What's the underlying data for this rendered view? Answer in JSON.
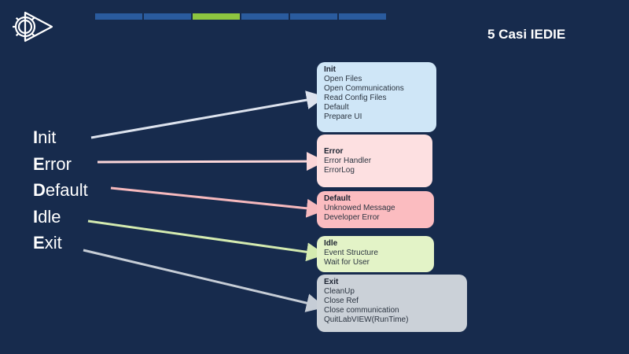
{
  "title": "5 Casi IEDIE",
  "progress": {
    "segments": 6,
    "active_index": 2
  },
  "colors": {
    "background": "#172b4d",
    "progress_segment": "#2a5b9e",
    "progress_active": "#8dc540",
    "init_box": "#cfe6f7",
    "error_box": "#fde0e1",
    "default_box": "#fbbcc0",
    "idle_box": "#e3f3c7",
    "exit_box": "#cbd1d8"
  },
  "logo": {
    "icon": "gear-play-icon"
  },
  "states": [
    {
      "cap": "I",
      "rest": "nit"
    },
    {
      "cap": "E",
      "rest": "rror"
    },
    {
      "cap": "D",
      "rest": "efault"
    },
    {
      "cap": "I",
      "rest": "dle"
    },
    {
      "cap": "E",
      "rest": "xit"
    }
  ],
  "boxes": {
    "init": {
      "title": "Init",
      "items": [
        "Open Files",
        "Open Communications",
        "Read Config Files",
        "Default",
        "Prepare UI"
      ]
    },
    "error": {
      "title": "Error",
      "items": [
        "Error Handler",
        "ErrorLog"
      ]
    },
    "default": {
      "title": "Default",
      "items": [
        "Unknowed Message",
        "Developer Error"
      ]
    },
    "idle": {
      "title": "Idle",
      "items": [
        "Event Structure",
        "Wait for User"
      ]
    },
    "exit": {
      "title": "Exit",
      "items": [
        "CleanUp",
        "Close Ref",
        "Close communication",
        "QuitLabVIEW(RunTime)"
      ]
    }
  }
}
